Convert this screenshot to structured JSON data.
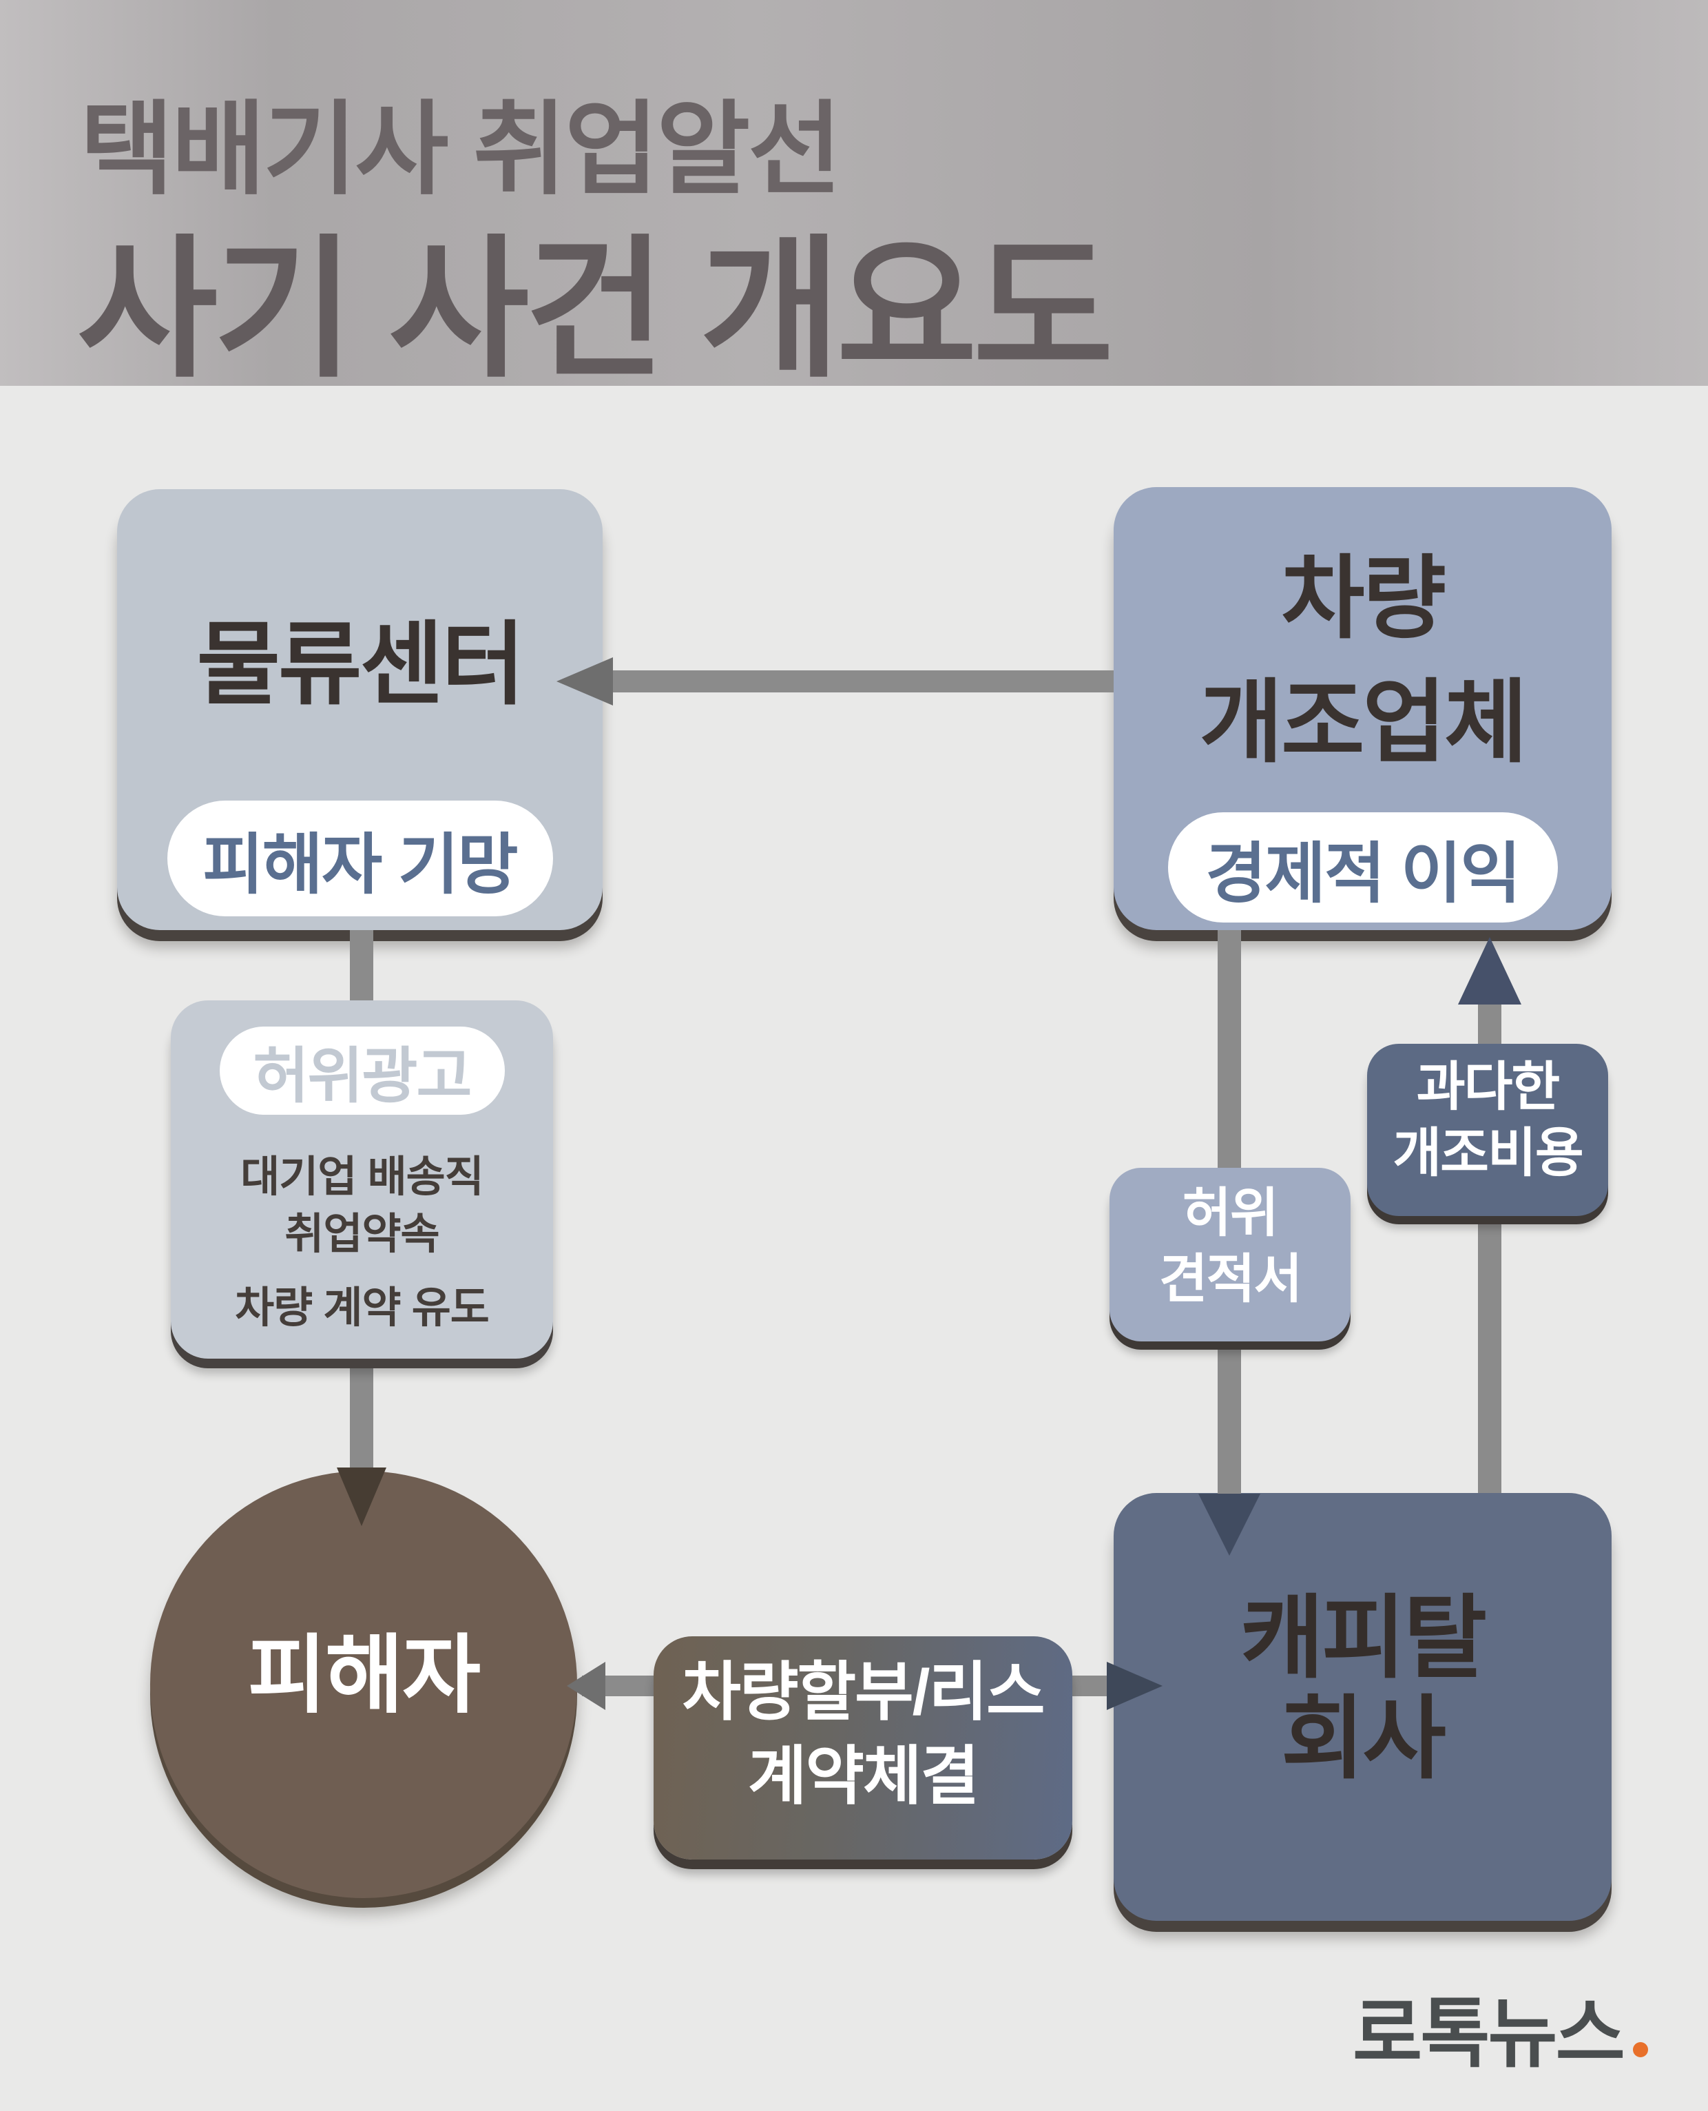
{
  "header": {
    "subtitle": "택배기사 취업알선",
    "title": "사기 사건 개요도"
  },
  "nodes": {
    "logistics": {
      "title": "물류센터",
      "badge": "피해자 기망"
    },
    "converter": {
      "title_line1": "차량",
      "title_line2": "개조업체",
      "badge": "경제적 이익"
    },
    "capital": {
      "title_line1": "캐피탈",
      "title_line2": "회사"
    },
    "victim": {
      "title": "피해자"
    }
  },
  "labels": {
    "false_ad": {
      "badge": "허위광고",
      "line1": "대기업 배송직",
      "line2": "취업약속",
      "line3": "차량 계약 유도"
    },
    "false_estimate": {
      "line1": "허위",
      "line2": "견적서"
    },
    "excess_cost": {
      "line1": "과다한",
      "line2": "개조비용"
    },
    "lease": {
      "line1": "차량할부/리스",
      "line2": "계약체결"
    }
  },
  "footer": {
    "logo": "로톡뉴스"
  },
  "colors": {
    "background": "#e9e9e8",
    "header_gradient_left": "#c1bebf",
    "header_gradient_right": "#bdbabb",
    "header_text": "#635c5e",
    "node_logistics_fill": "#bfc6cf",
    "node_converter_fill": "#9da9c1",
    "node_capital_fill": "#616d85",
    "victim_circle_fill": "#6f5e52",
    "false_ad_fill": "#c5cbd3",
    "false_ad_badge_text": "#c2c9d2",
    "false_estimate_fill": "#a0abc2",
    "excess_cost_fill": "#5c6a84",
    "lease_gradient_left": "#6f6253",
    "lease_gradient_right": "#5e6b86",
    "badge_text": "#5a6f90",
    "node_title_text": "#3a3330",
    "arrow_shaft": "#8b8b8b",
    "logo_text": "#4a4e4f",
    "logo_dot": "#e8702a"
  }
}
